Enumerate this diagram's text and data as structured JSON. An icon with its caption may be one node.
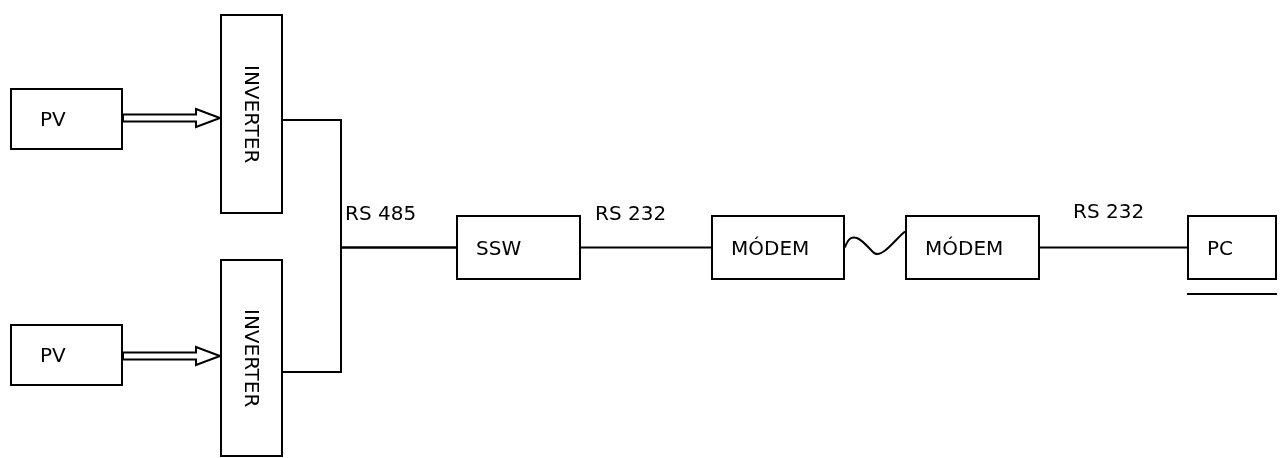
{
  "diagram": {
    "nodes": [
      {
        "text": [
          "PV"
        ]
      },
      {
        "text": [
          "INVERTER"
        ]
      },
      {
        "text": [
          "PV"
        ]
      },
      {
        "text": [
          "INVERTER"
        ]
      },
      {
        "text": [
          "SSW"
        ]
      },
      {
        "text": [
          "MÓDEM"
        ]
      },
      {
        "text": [
          "MÓDEM"
        ]
      },
      {
        "text": [
          "PC"
        ]
      }
    ],
    "edges": [
      {
        "from": 0,
        "to": 1,
        "arrow": "to",
        "style": "thick"
      },
      {
        "from": 2,
        "to": 3,
        "arrow": "to",
        "style": "thick"
      },
      {
        "from": 1,
        "to": 4,
        "arrow": "none",
        "label": "RS 485"
      },
      {
        "from": 3,
        "to": 4,
        "arrow": "none"
      },
      {
        "from": 4,
        "to": 5,
        "arrow": "none",
        "label": "RS 232"
      },
      {
        "from": 5,
        "to": 6,
        "arrow": "none"
      },
      {
        "from": 6,
        "to": 7,
        "arrow": "none",
        "label": "RS 232"
      }
    ]
  }
}
